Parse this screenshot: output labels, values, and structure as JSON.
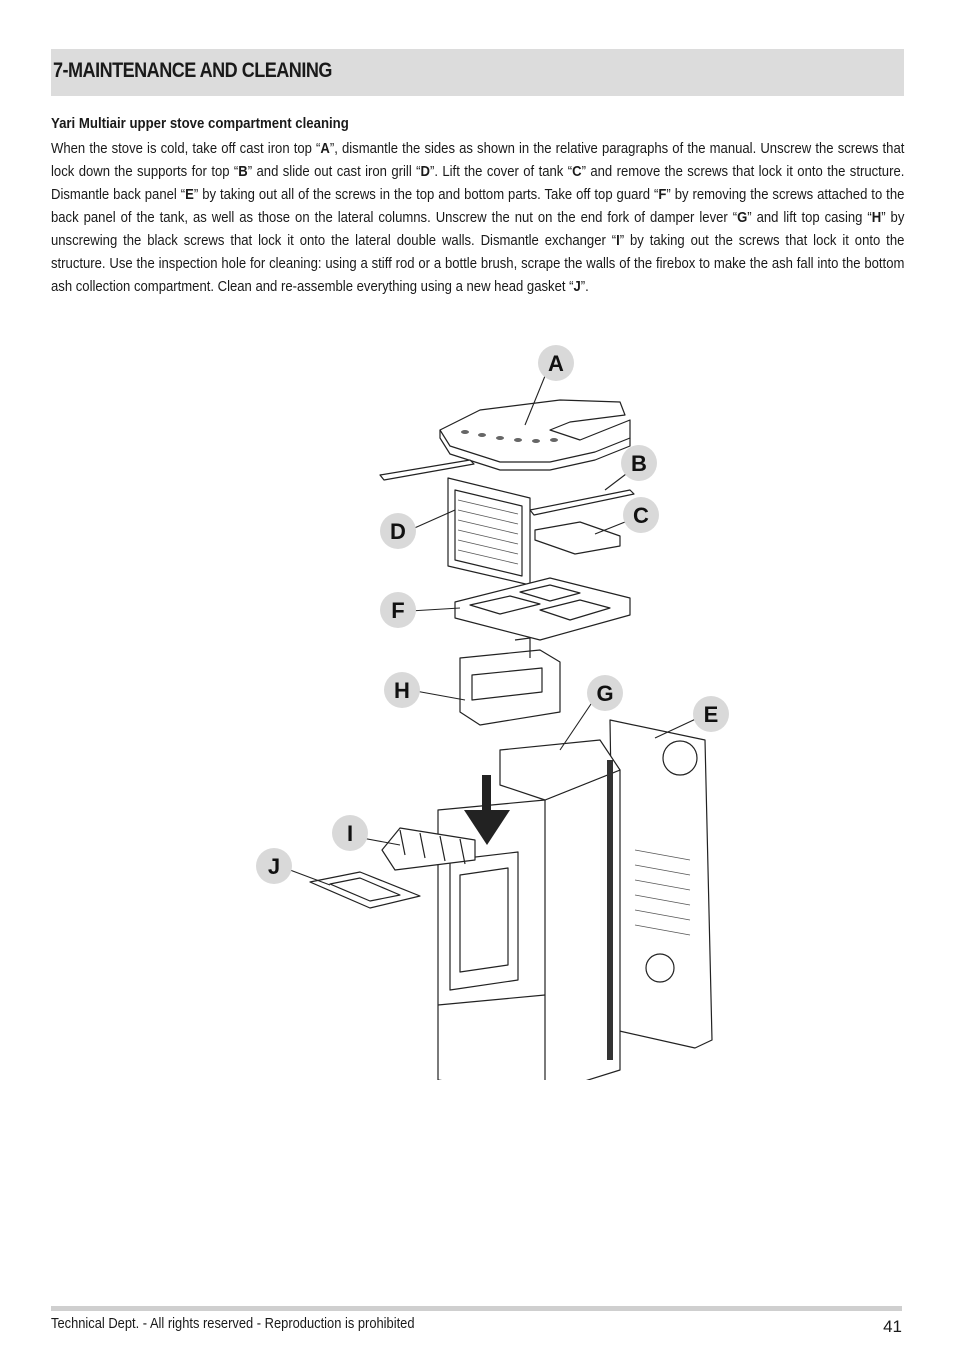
{
  "section": {
    "title": "7-MAINTENANCE AND CLEANING"
  },
  "subsection": {
    "title": "Yari Multiair upper stove compartment cleaning",
    "paragraph": [
      {
        "t": "When the stove is cold, take off cast iron top “"
      },
      {
        "t": "A",
        "b": true
      },
      {
        "t": "”, dismantle the sides as shown in the relative paragraphs of the manual. Unscrew the screws that lock down the supports for top “"
      },
      {
        "t": "B",
        "b": true
      },
      {
        "t": "” and slide out cast iron grill “"
      },
      {
        "t": "D",
        "b": true
      },
      {
        "t": "”. Lift the cover of tank “"
      },
      {
        "t": "C",
        "b": true
      },
      {
        "t": "” and remove the screws that lock it onto the structure. Dismantle back panel “"
      },
      {
        "t": "E",
        "b": true
      },
      {
        "t": "” by taking out all of the screws in the top and bottom parts. Take off top guard “"
      },
      {
        "t": "F",
        "b": true
      },
      {
        "t": "” by removing the screws attached to the back panel of the tank, as well as those on the lateral columns. Unscrew the nut on the end fork of damper lever “"
      },
      {
        "t": "G",
        "b": true
      },
      {
        "t": "” and lift top casing “"
      },
      {
        "t": "H",
        "b": true
      },
      {
        "t": "” by unscrewing the black screws that lock it onto the lateral double walls. Dismantle exchanger “"
      },
      {
        "t": "I",
        "b": true
      },
      {
        "t": "” by taking out the screws that lock it onto the structure. Use the inspection hole for cleaning: using a stiff rod or a bottle brush, scrape the walls of the firebox to make the ash fall into the bottom ash collection compartment. Clean and re-assemble everything using a new head gasket “"
      },
      {
        "t": "J",
        "b": true
      },
      {
        "t": "”."
      }
    ]
  },
  "figure": {
    "callouts": [
      "A",
      "B",
      "C",
      "D",
      "E",
      "F",
      "G",
      "H",
      "I",
      "J"
    ],
    "callout_fill": "#d9d9d9",
    "line_color": "#222222"
  },
  "footer": {
    "text": "Technical Dept. - All rights reserved - Reproduction is prohibited",
    "page_number": "41"
  }
}
